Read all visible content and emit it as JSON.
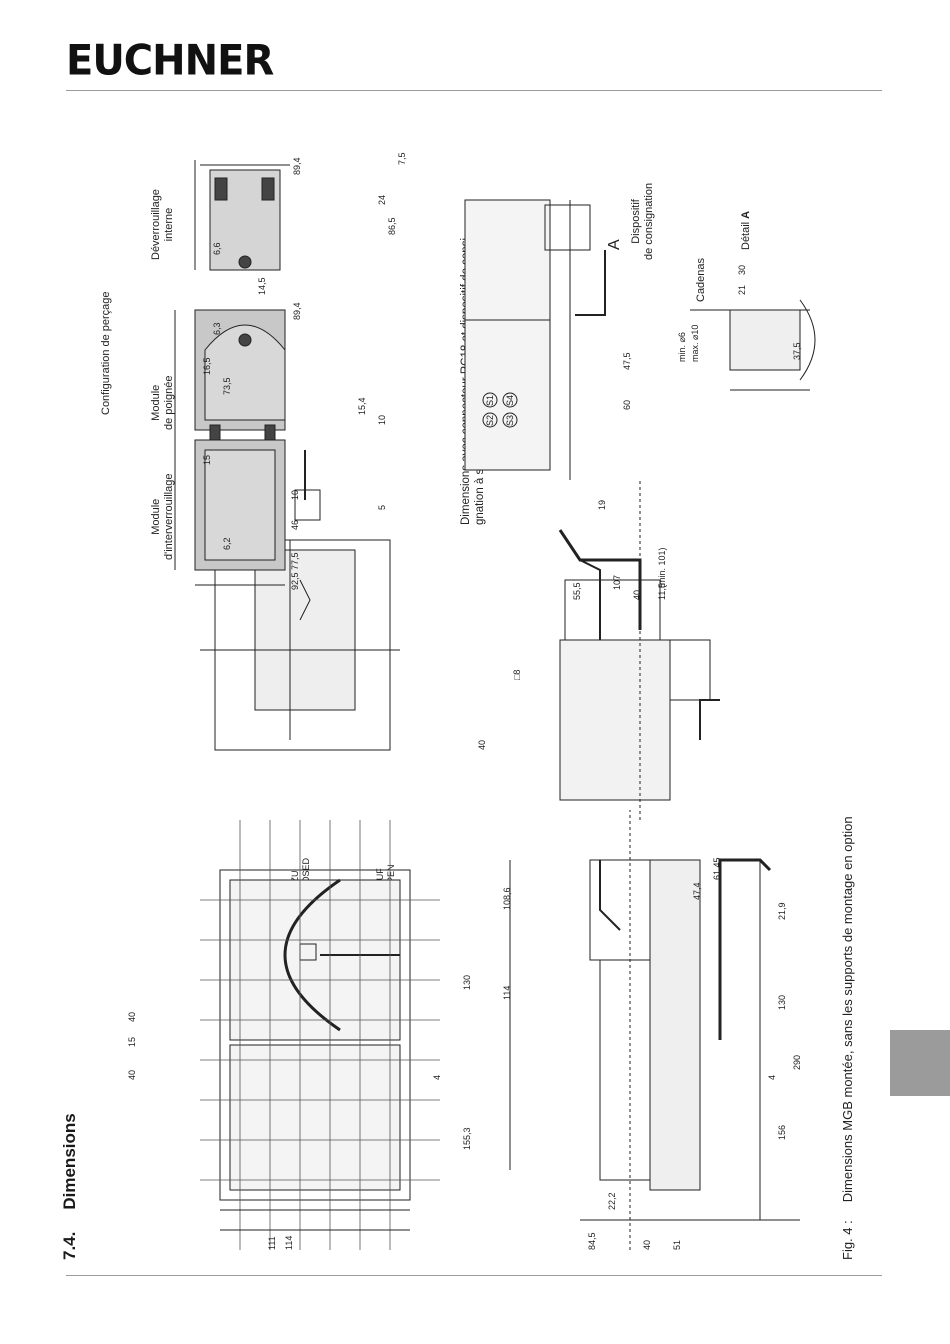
{
  "brand": {
    "logo_text": "EUCHNER"
  },
  "section": {
    "number": "7.4.",
    "title": "Dimensions"
  },
  "figure": {
    "label": "Fig. 4 :",
    "caption": "Dimensions MGB montée, sans les supports de montage en option"
  },
  "labels": {
    "drilling": "Configuration de perçage",
    "internal_release_1": "Déverrouillage",
    "internal_release_2": "interne",
    "handle_module_1": "Module",
    "handle_module_2": "de poignée",
    "interlock_module_1": "Module",
    "interlock_module_2": "d'interverrouillage",
    "rc18_1": "Dimensions avec connecteur RC18 et dispositif de consi-",
    "rc18_2": "gnation à sortie automatique (en option)",
    "lockout_1": "Dispositif",
    "lockout_2": "de consignation",
    "padlock": "Cadenas",
    "padlock_min": "min. ⌀6",
    "padlock_max": "max. ⌀10",
    "detail_prefix": "Détail ",
    "detail_letter": "A",
    "callout_a": "A",
    "closed_1": "ZU",
    "closed_2": "CLOSED",
    "open_1": "AUF",
    "open_2": "OPEN",
    "s1": "S1",
    "s2": "S2",
    "s3": "S3",
    "s4": "S4"
  },
  "dims": {
    "d111": "111",
    "d114": "114",
    "d40a": "40",
    "d15": "15",
    "d40b": "40",
    "d130a": "130",
    "d4a": "4",
    "d155": "155,3",
    "d108": "108,6",
    "d114b": "114",
    "d222": "22,2",
    "d845": "84,5",
    "d40c": "40",
    "d51": "51",
    "d6145": "61,45",
    "d474": "47,4",
    "d219": "21,9",
    "d130b": "130",
    "d4b": "4",
    "d290": "290",
    "d156": "156",
    "d8": "□8",
    "d40d": "40",
    "d107": "107",
    "d555": "55,5",
    "d40e": "40",
    "d115": "11,5",
    "d101": "(min. 101)",
    "d925": "92,5",
    "d775": "77,5",
    "d62": "6,2",
    "d46": "46",
    "d10a": "10",
    "d15b": "15",
    "d735": "73,5",
    "d165": "16,5",
    "d154": "15,4",
    "d10b": "10",
    "d5": "5",
    "d894a": "89,4",
    "d63": "6,3",
    "d145": "14,5",
    "d66": "6,6",
    "d894b": "89,4",
    "d865": "86,5",
    "d24": "24",
    "d75": "7,5",
    "d19": "19",
    "d60": "60",
    "d475": "47,5",
    "d375": "37,5",
    "d21": "21",
    "d30": "30"
  }
}
